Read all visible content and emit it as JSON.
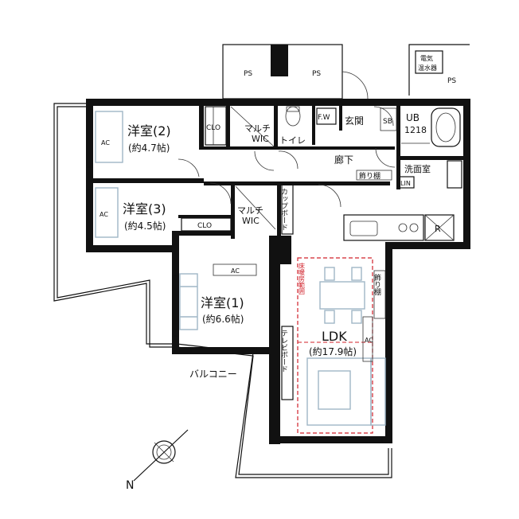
{
  "rooms": {
    "western2": {
      "name": "洋室(2)",
      "size": "(約4.7帖)"
    },
    "western3": {
      "name": "洋室(3)",
      "size": "(約4.5帖)"
    },
    "western1": {
      "name": "洋室(1)",
      "size": "(約6.6帖)"
    },
    "ldk": {
      "name": "LDK",
      "size": "(約17.9帖)"
    }
  },
  "labels": {
    "ps": "PS",
    "clo": "CLO",
    "multi_a": "マルチ",
    "multi_b": "WIC",
    "toilet": "トイレ",
    "fw": "F.W",
    "entrance": "玄関",
    "sb": "SB",
    "ub": "UB",
    "ub_size": "1218",
    "corridor": "廊下",
    "shelf": "飾り棚",
    "shelf_vertical": "飾り棚",
    "washroom": "洗面室",
    "lin": "LIN",
    "cupboard": "カップボード",
    "tv_board": "テレビボード",
    "balcony": "バルコニー",
    "ac": "AC",
    "refrigerator": "R",
    "water_heater": "電気温水器",
    "floor_heating": "床暖房範囲",
    "north": "N"
  },
  "colors": {
    "wall": "#111111",
    "furniture": "#9fb6c6",
    "floor_heating": "#d0202a"
  }
}
